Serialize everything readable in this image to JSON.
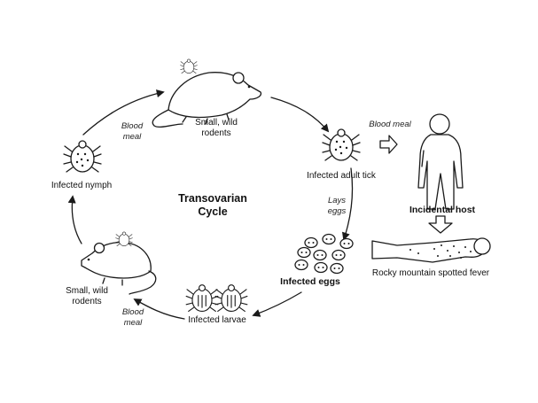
{
  "center": {
    "title_line1": "Transovarian",
    "title_line2": "Cycle"
  },
  "nodes": {
    "rodent_top": {
      "line1": "Small, wild",
      "line2": "rodents"
    },
    "adult_tick": {
      "label": "Infected adult tick"
    },
    "eggs": {
      "label": "Infected eggs"
    },
    "larvae": {
      "label": "Infected larvae"
    },
    "rodent_left": {
      "line1": "Small, wild",
      "line2": "rodents"
    },
    "nymph": {
      "label": "Infected nymph"
    },
    "human": {
      "label": "Incidental host"
    },
    "patient": {
      "label": "Rocky mountain spotted fever"
    }
  },
  "arrows": {
    "blood_meal_top": {
      "line1": "Blood",
      "line2": "meal"
    },
    "lays_eggs": {
      "line1": "Lays",
      "line2": "eggs"
    },
    "blood_meal_bottom": {
      "line1": "Blood",
      "line2": "meal"
    },
    "blood_meal_host": {
      "label": "Blood meal"
    }
  }
}
